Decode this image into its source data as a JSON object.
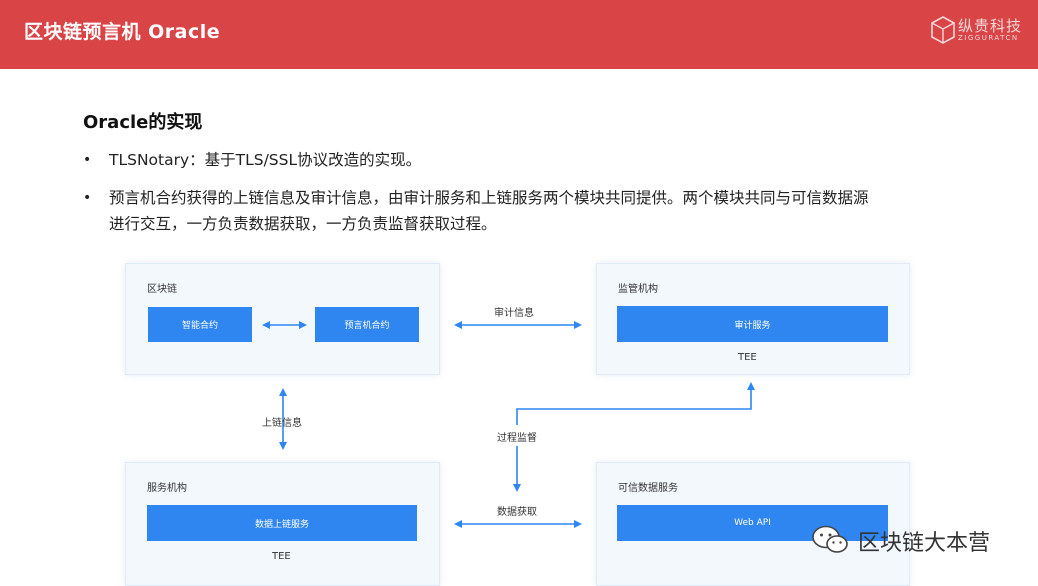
{
  "header": {
    "title": "区块链预言机 Oracle",
    "logo_name": "纵贵科技",
    "logo_sub": "ZIGGURATCN"
  },
  "content": {
    "section_title": "Oracle的实现",
    "bullet_marker": "•",
    "bullets": [
      {
        "lines": [
          "TLSNotary：基于TLS/SSL协议改造的实现。"
        ]
      },
      {
        "lines": [
          "预言机合约获得的上链信息及审计信息，由审计服务和上链服务两个模块共同提供。两个模块共同与可信数据源",
          "进行交互，一方负责数据获取，一方负责监督获取过程。"
        ]
      }
    ]
  },
  "diagram": {
    "blockchain": {
      "label": "区块链",
      "smart_contract": "智能合约",
      "oracle_contract": "预言机合约"
    },
    "regulator": {
      "label": "监管机构",
      "audit_service": "审计服务",
      "tee": "TEE"
    },
    "service_provider": {
      "label": "服务机构",
      "data_onchain_service": "数据上链服务",
      "tee": "TEE"
    },
    "trusted_source": {
      "label": "可信数据服务",
      "web_api": "Web API"
    },
    "flows": {
      "audit_info": "审计信息",
      "onchain_info": "上链信息",
      "process_supervision": "过程监督",
      "data_acquisition": "数据获取"
    },
    "arrow_color": "#2f86f0"
  },
  "watermark": {
    "text": "区块链大本营"
  }
}
